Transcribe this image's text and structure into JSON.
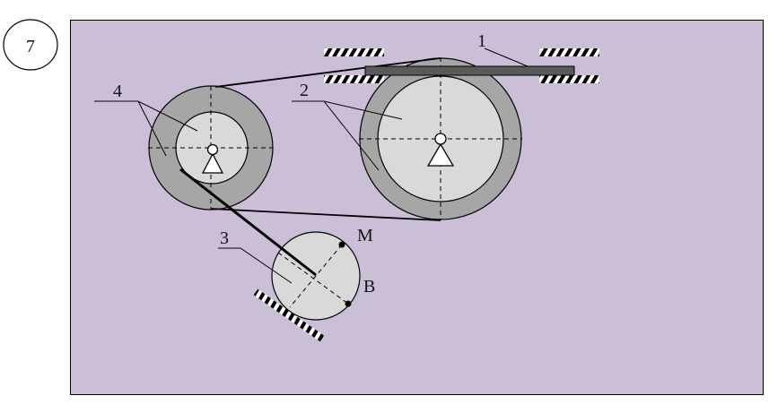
{
  "problem_number": "7",
  "labels": {
    "rack": "1",
    "pulley_big": "2",
    "disc": "3",
    "pulley_small": "4",
    "point_m": "M",
    "point_b": "B"
  },
  "colors": {
    "background": "#cbbfd8",
    "outer_ring": "#a6a6a6",
    "inner_disc": "#d9d9d9",
    "rack": "#5a5a5a"
  }
}
